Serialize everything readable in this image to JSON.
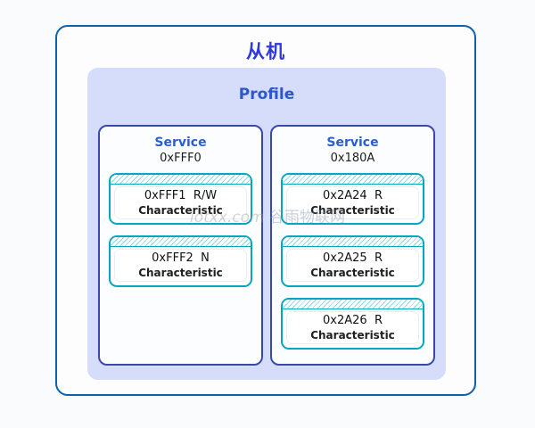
{
  "slave": {
    "title": "从机",
    "border_color": "#0d62ab",
    "title_color": "#2f38d8"
  },
  "profile": {
    "title": "Profile",
    "fill_color": "#d5ddfb",
    "title_color": "#2b59c8"
  },
  "services": [
    {
      "label": "Service",
      "uuid": "0xFFF0",
      "characteristics": [
        {
          "uuid": "0xFFF1  R/W",
          "type": "Characteristic"
        },
        {
          "uuid": "0xFFF2  N",
          "type": "Characteristic"
        }
      ]
    },
    {
      "label": "Service",
      "uuid": "0x180A",
      "characteristics": [
        {
          "uuid": "0x2A24  R",
          "type": "Characteristic"
        },
        {
          "uuid": "0x2A25  R",
          "type": "Characteristic"
        },
        {
          "uuid": "0x2A26  R",
          "type": "Characteristic"
        }
      ]
    }
  ],
  "watermark": {
    "latin": "iotxx.com",
    "chinese": " 谷雨物联网"
  },
  "colors": {
    "service_border": "#3949ab",
    "characteristic_border": "#06a6bf",
    "page_background": "#fafbfc"
  }
}
